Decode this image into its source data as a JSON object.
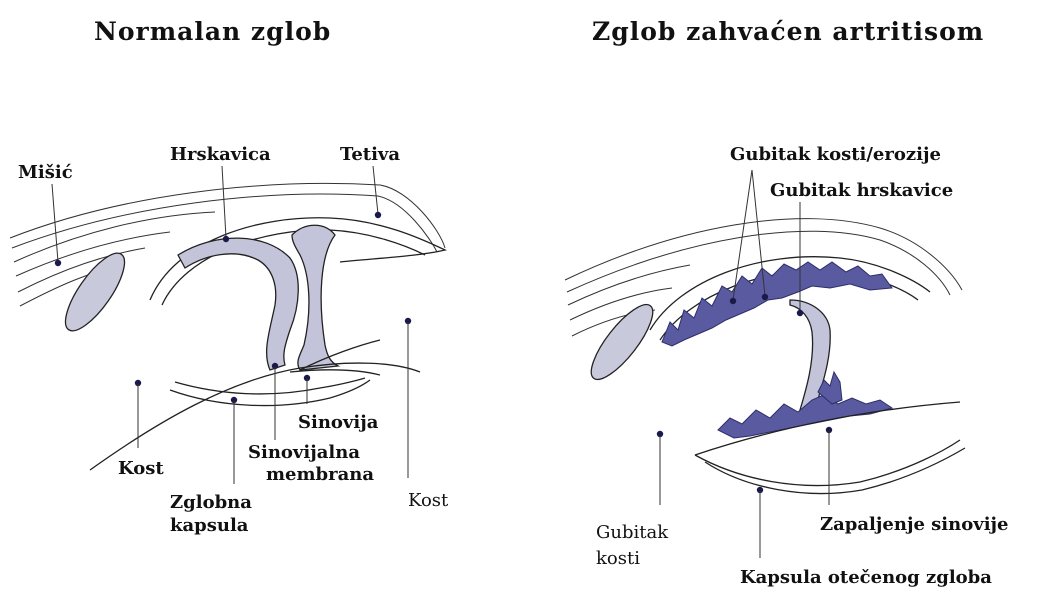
{
  "titles": {
    "normal": "Normalan zglob",
    "arthritis": "Zglob zahvaćen artritisom"
  },
  "normal_labels": {
    "misic": "Mišić",
    "hrskavica": "Hrskavica",
    "tetiva": "Tetiva",
    "kost_left": "Kost",
    "sinovija": "Sinovija",
    "sinovijalna_1": "Sinovijalna",
    "sinovijalna_2": "membrana",
    "zglobna_1": "Zglobna",
    "zglobna_2": "kapsula",
    "kost_right": "Kost"
  },
  "arthritis_labels": {
    "gubitak_kosti_erozije": "Gubitak kosti/erozije",
    "gubitak_hrskavice": "Gubitak hrskavice",
    "gubitak_kosti_1": "Gubitak",
    "gubitak_kosti_2": "kosti",
    "zapaljenje_sinovije": "Zapaljenje sinovije",
    "kapsula_otecenog_zgloba": "Kapsula otečenog zgloba"
  },
  "colors": {
    "cartilage": "#c3c3d9",
    "inflammation": "#5a5aa0",
    "line": "#222222"
  }
}
